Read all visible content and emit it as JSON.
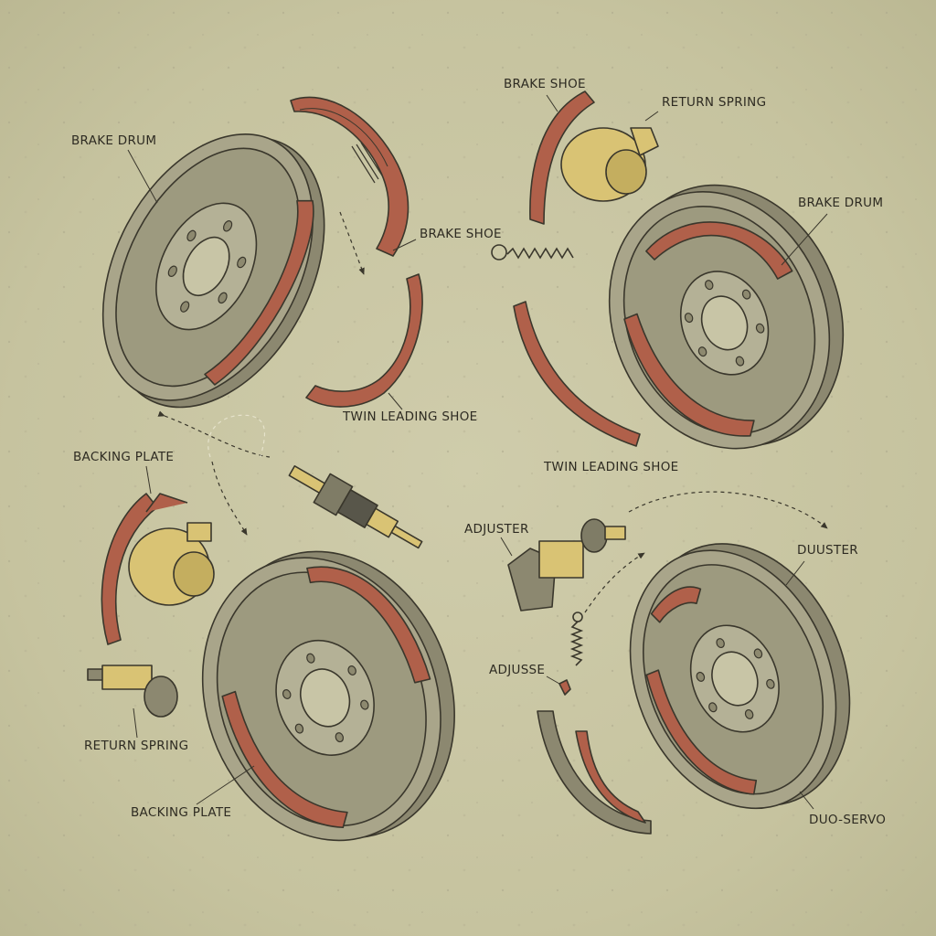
{
  "labels": {
    "brake_drum_1": "BRAKE DRUM",
    "brake_shoe_1": "BRAKE SHOE",
    "twin_leading_shoe_1": "TWIN LEADING SHOE",
    "backing_plate_1": "BACKING PLATE",
    "return_spring_1": "RETURN SPRING",
    "backing_plate_2": "BACKING PLATE",
    "brake_shoe_2": "BRAKE SHOE",
    "return_spring_2": "RETURN SPRING",
    "brake_drum_2": "BRAKE DRUM",
    "twin_leading_shoe_2": "TWIN LEADING SHOE",
    "adjuster": "ADJUSTER",
    "duuster": "DUUSTER",
    "adjusse": "ADJUSSE",
    "duo_servo": "DUO-SERVO"
  },
  "colors": {
    "background": "#c9c6a3",
    "drum": "#a9a58a",
    "drum_dark": "#8c8870",
    "lining": "#b0604a",
    "cylinder": "#d9c374",
    "outline": "#3a372c",
    "text": "#2e2b22"
  }
}
